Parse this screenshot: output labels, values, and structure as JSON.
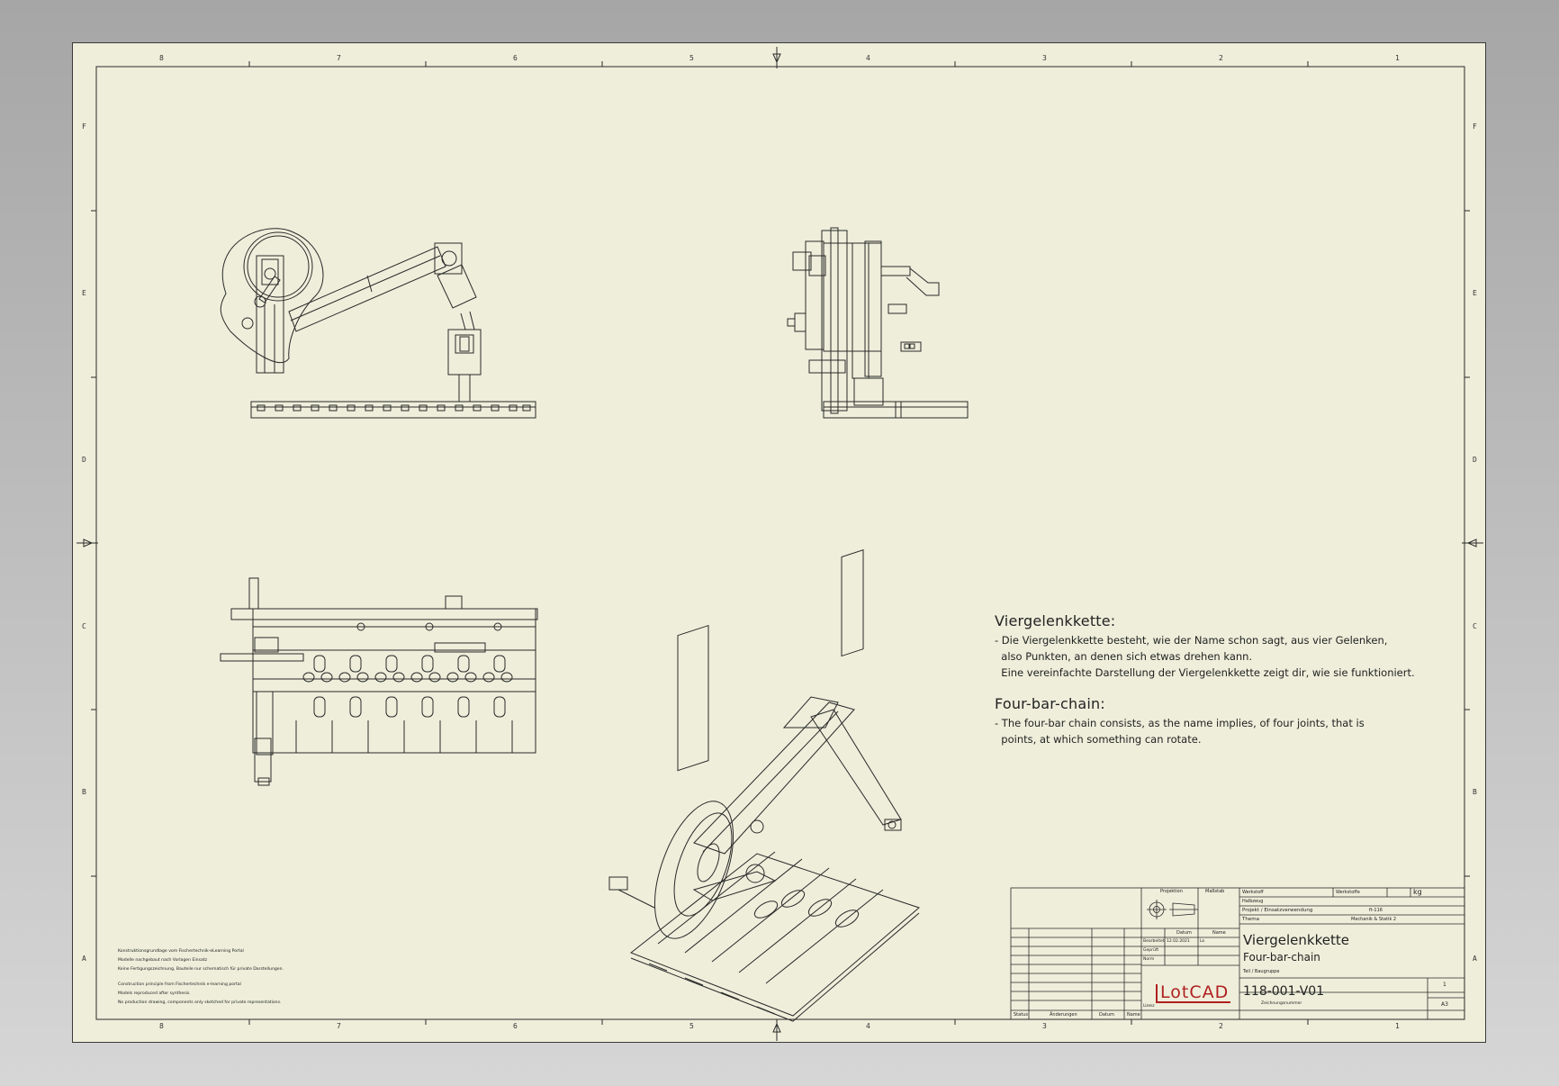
{
  "drawing": {
    "zone_numbers": [
      "8",
      "7",
      "6",
      "5",
      "4",
      "3",
      "2",
      "1"
    ],
    "zone_letters": [
      "F",
      "E",
      "D",
      "C",
      "B",
      "A"
    ]
  },
  "description": {
    "de_title": "Viergelenkkette:",
    "de_lines": [
      "- Die Viergelenkkette besteht, wie der Name schon sagt, aus vier Gelenken,",
      "  also Punkten, an denen sich etwas drehen kann.",
      "  Eine vereinfachte Darstellung der Viergelenkkette zeigt dir, wie sie funktioniert."
    ],
    "en_title": "Four-bar-chain:",
    "en_lines": [
      "- The four-bar chain consists, as the name implies, of four joints, that is",
      "  points, at which something can rotate."
    ]
  },
  "disclaimer": {
    "de": [
      "Konstruktionsgrundlage vom Fischertechnik-eLearning Portal",
      "Modelle nachgebaut nach Vorlagen Einsatz",
      "Keine Fertigungszeichnung, Bauteile nur schematisch für private Darstellungen."
    ],
    "en": [
      "Construction principle from Fischertechnik e-learning portal",
      "Models reproduced after synthesis.",
      "No production drawing, components only sketched for private representations."
    ]
  },
  "title_block": {
    "projection_label": "Projektion",
    "scale_label": "Maßstab",
    "material_label": "Werkstoff",
    "weight_label": "Werkstoffe",
    "weight_unit": "kg",
    "semi_finished_label": "Halbzeug",
    "project_label": "Projekt / Einsatzverwendung",
    "project_value": "ft-116",
    "topic_label": "Thema",
    "topic_value": "Mechanik & Statik 2",
    "date_header": "Datum",
    "name_header": "Name",
    "drawn_label": "Bearbeitet",
    "drawn_date": "12.02.2021",
    "drawn_name": "Lo",
    "checked_label": "Geprüft",
    "norm_label": "Norm",
    "title_de": "Viergelenkkette",
    "title_en": "Four-bar-chain",
    "part_label": "Teil / Baugruppe",
    "drawing_number": "118-001-V01",
    "drawing_number_sub": "Zeichnungsnummer",
    "sheet_number": "1",
    "sheet_format": "A3",
    "logo": "LotCAD",
    "logo_prefix": "Lizenz",
    "rev_headers": [
      "Status",
      "Änderungen",
      "Datum",
      "Name"
    ]
  }
}
